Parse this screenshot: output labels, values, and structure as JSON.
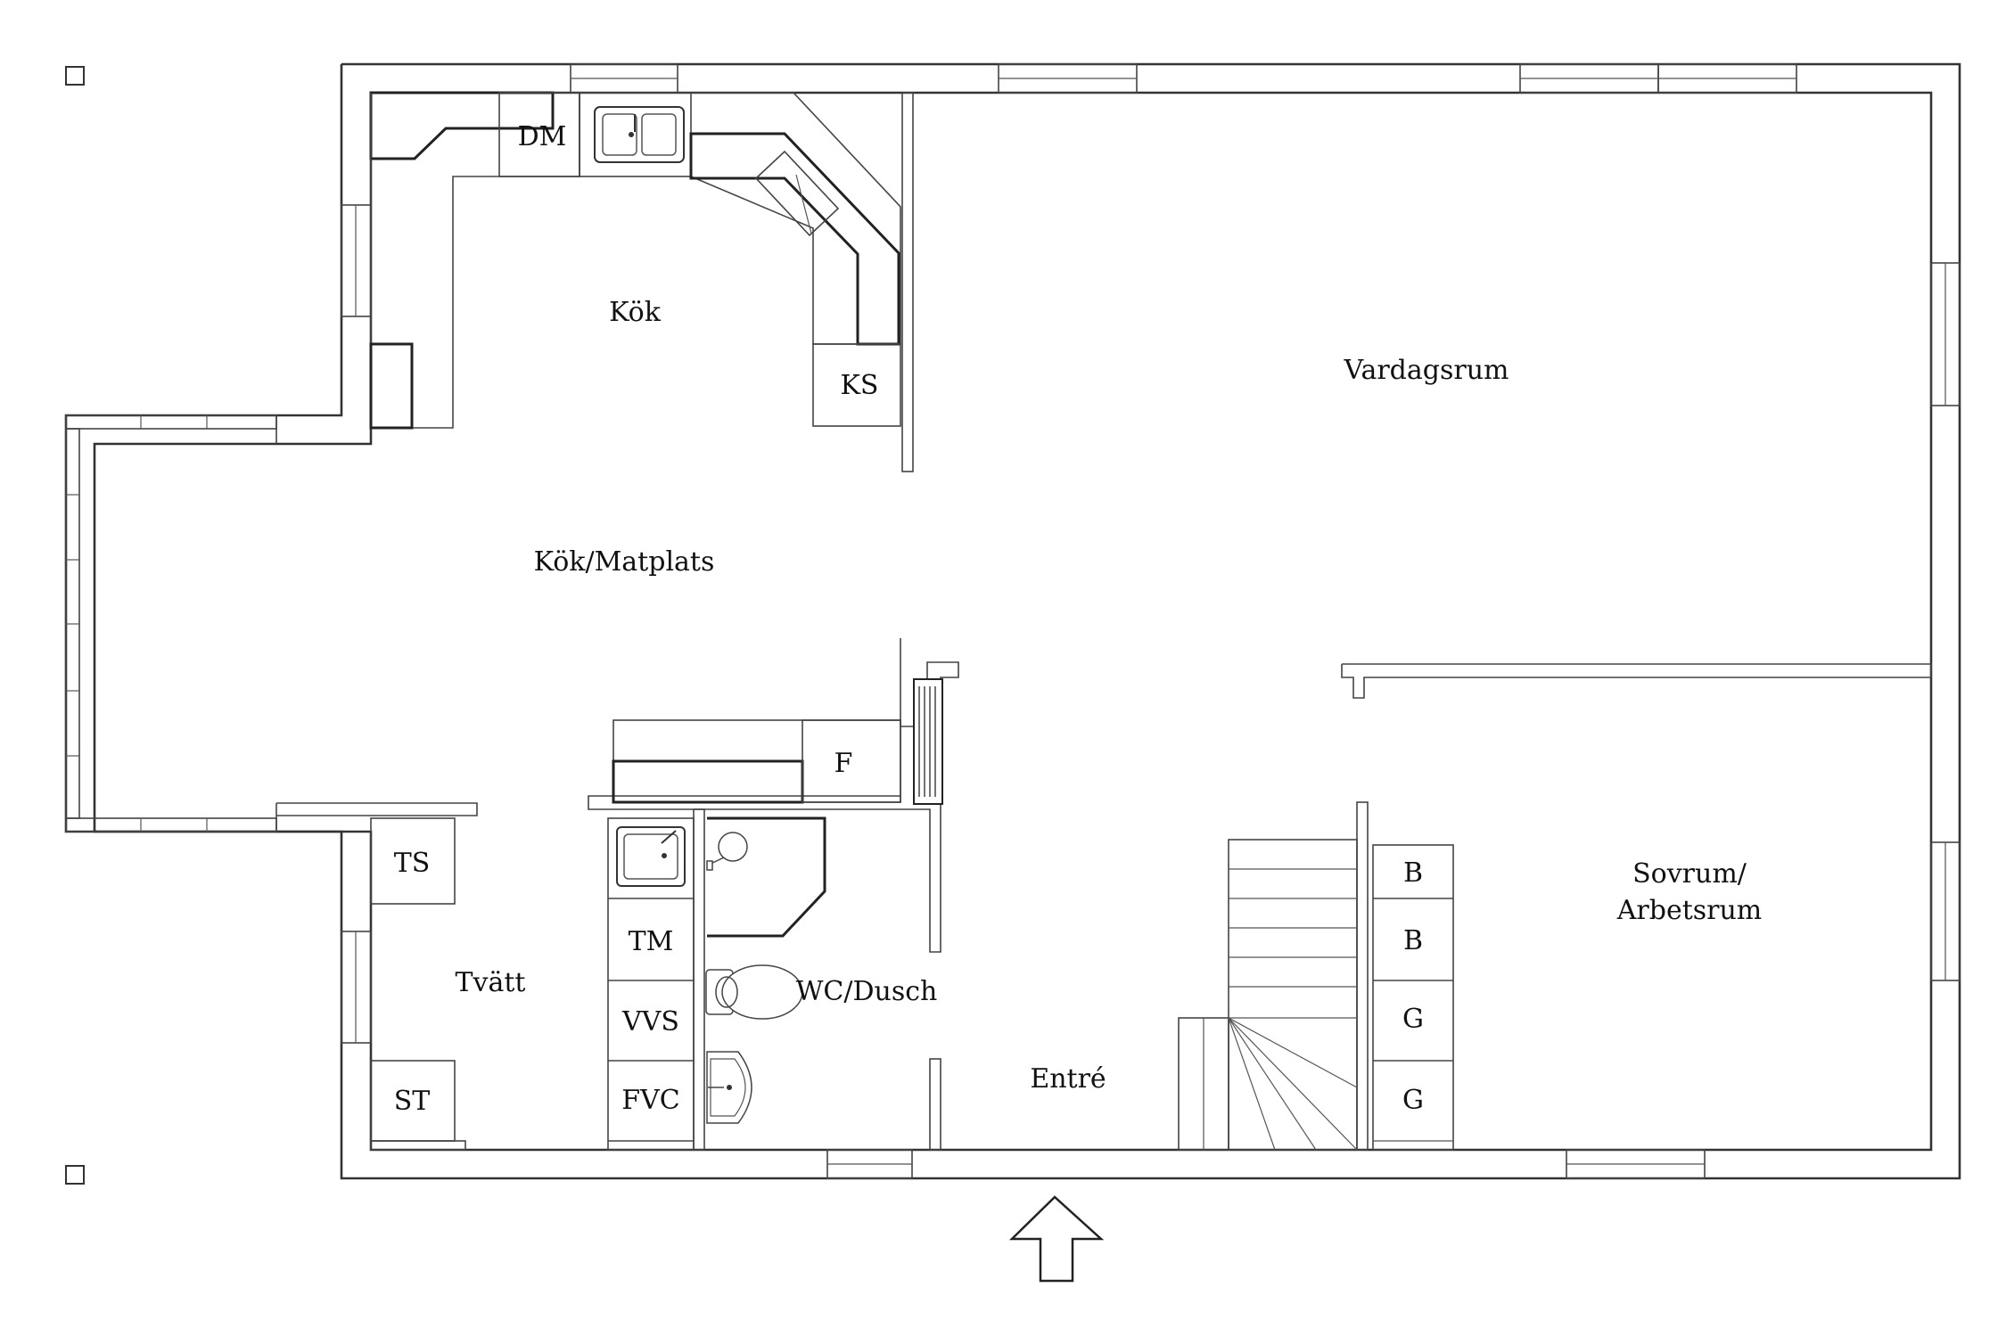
{
  "rooms": {
    "kok": "Kök",
    "vardagsrum": "Vardagsrum",
    "kok_matplats": "Kök/Matplats",
    "tvatt": "Tvätt",
    "wc_dusch": "WC/Dusch",
    "entre": "Entré",
    "sovrum_line1": "Sovrum/",
    "sovrum_line2": "Arbetsrum"
  },
  "fixtures": {
    "dm": "DM",
    "ks": "KS",
    "f": "F",
    "ts": "TS",
    "st": "ST",
    "tm": "TM",
    "vvs": "VVS",
    "fvc": "FVC",
    "b1": "B",
    "b2": "B",
    "g1": "G",
    "g2": "G"
  },
  "icons": {
    "entrance": "entrance-arrow-icon",
    "corner_marker": "corner-marker-icon"
  }
}
